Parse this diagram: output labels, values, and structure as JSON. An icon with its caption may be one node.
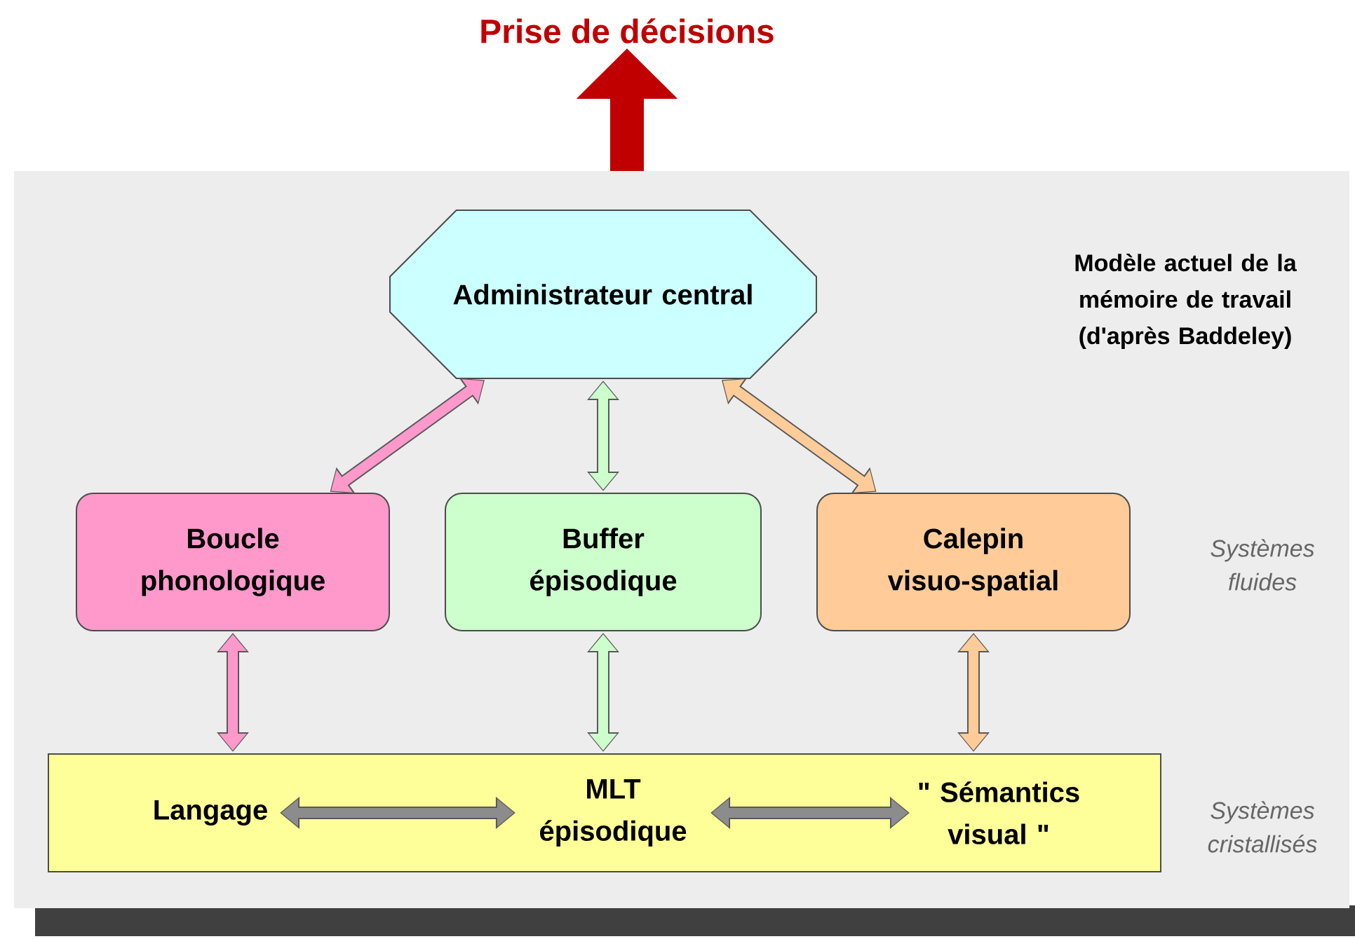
{
  "diagram": {
    "nodes": [
      {
        "text": [
          "Prise de décisions"
        ]
      },
      {
        "text": [
          "Administrateur central"
        ]
      },
      {
        "text": [
          "Boucle phonologique"
        ]
      },
      {
        "text": [
          "Buffer épisodique"
        ]
      },
      {
        "text": [
          "Calepin visuo-spatial"
        ]
      },
      {
        "text": [],
        "shape": "box"
      },
      {
        "text": [
          "Langage"
        ],
        "in": 5
      },
      {
        "text": [
          "MLT épisodique"
        ],
        "in": 5
      },
      {
        "text": [
          "\" Sémantics visual \""
        ],
        "in": 5
      }
    ],
    "edges": [
      {
        "from": null,
        "to": 0,
        "arrow": "to",
        "style": "thick",
        "color": "#c00000"
      },
      {
        "from": 2,
        "to": 1,
        "arrow": "both",
        "color": "#ff99cc"
      },
      {
        "from": 3,
        "to": 1,
        "arrow": "both",
        "color": "#ccffcc"
      },
      {
        "from": 4,
        "to": 1,
        "arrow": "both",
        "color": "#ffcc99"
      },
      {
        "from": 2,
        "to": 5,
        "arrow": "both",
        "color": "#ff99cc"
      },
      {
        "from": 3,
        "to": 5,
        "arrow": "both",
        "color": "#ccffcc"
      },
      {
        "from": 4,
        "to": 5,
        "arrow": "both",
        "color": "#ffcc99"
      },
      {
        "from": 6,
        "to": 7,
        "arrow": "both",
        "color": "#8c8c8c"
      },
      {
        "from": 7,
        "to": 8,
        "arrow": "both",
        "color": "#8c8c8c"
      }
    ],
    "labels": [
      "Modèle actuel de la mémoire de travail (d'après Baddeley)",
      "Systèmes fluides",
      "Systèmes cristallisés"
    ]
  }
}
